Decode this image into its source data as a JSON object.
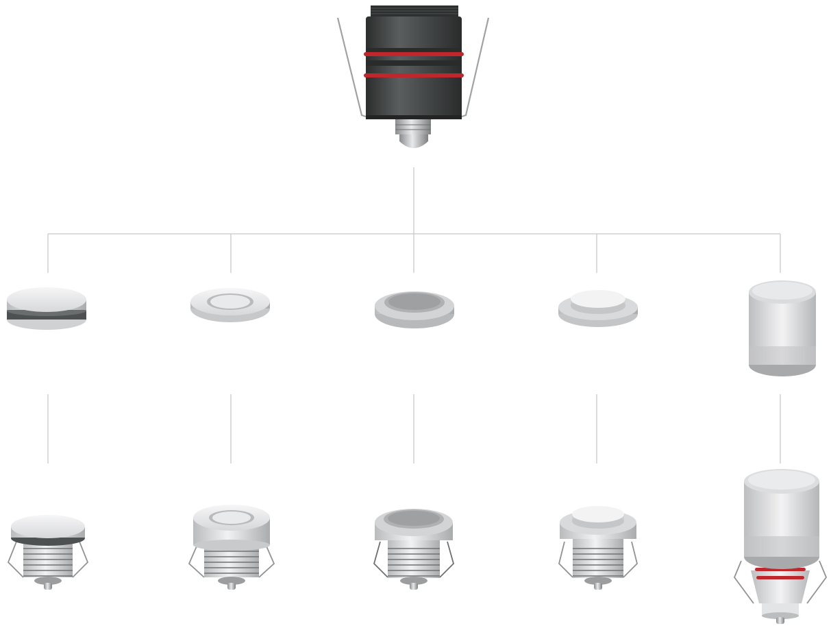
{
  "diagram": {
    "root": {
      "name": "recessed-housing-base",
      "icon": "dark-housing-with-red-seals"
    },
    "trims": [
      {
        "trim": "flat-disc-with-gasket-trim",
        "assembled": "flat-disc-downlight-assembled"
      },
      {
        "trim": "ring-lens-trim",
        "assembled": "ring-lens-downlight-assembled"
      },
      {
        "trim": "frosted-recessed-lens-trim",
        "assembled": "frosted-lens-downlight-assembled"
      },
      {
        "trim": "raised-dome-lens-trim",
        "assembled": "raised-dome-downlight-assembled"
      },
      {
        "trim": "cylinder-frosted-cap-trim",
        "assembled": "cylinder-cap-light-assembled"
      }
    ],
    "colors": {
      "housing": "#3d4040",
      "seal": "#c0272d",
      "connector": "#c8c8c8",
      "trim_silver": "#d9dadc"
    }
  }
}
